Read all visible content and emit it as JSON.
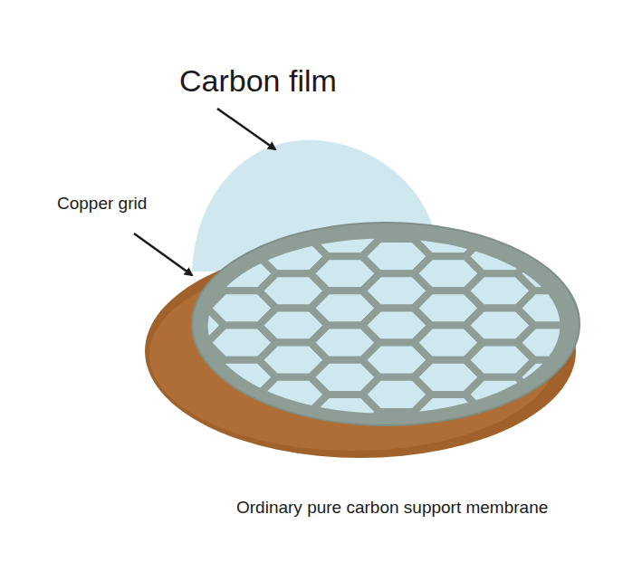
{
  "diagram": {
    "caption": "Ordinary pure carbon support membrane",
    "labels": [
      "Carbon film",
      "Copper grid"
    ]
  }
}
